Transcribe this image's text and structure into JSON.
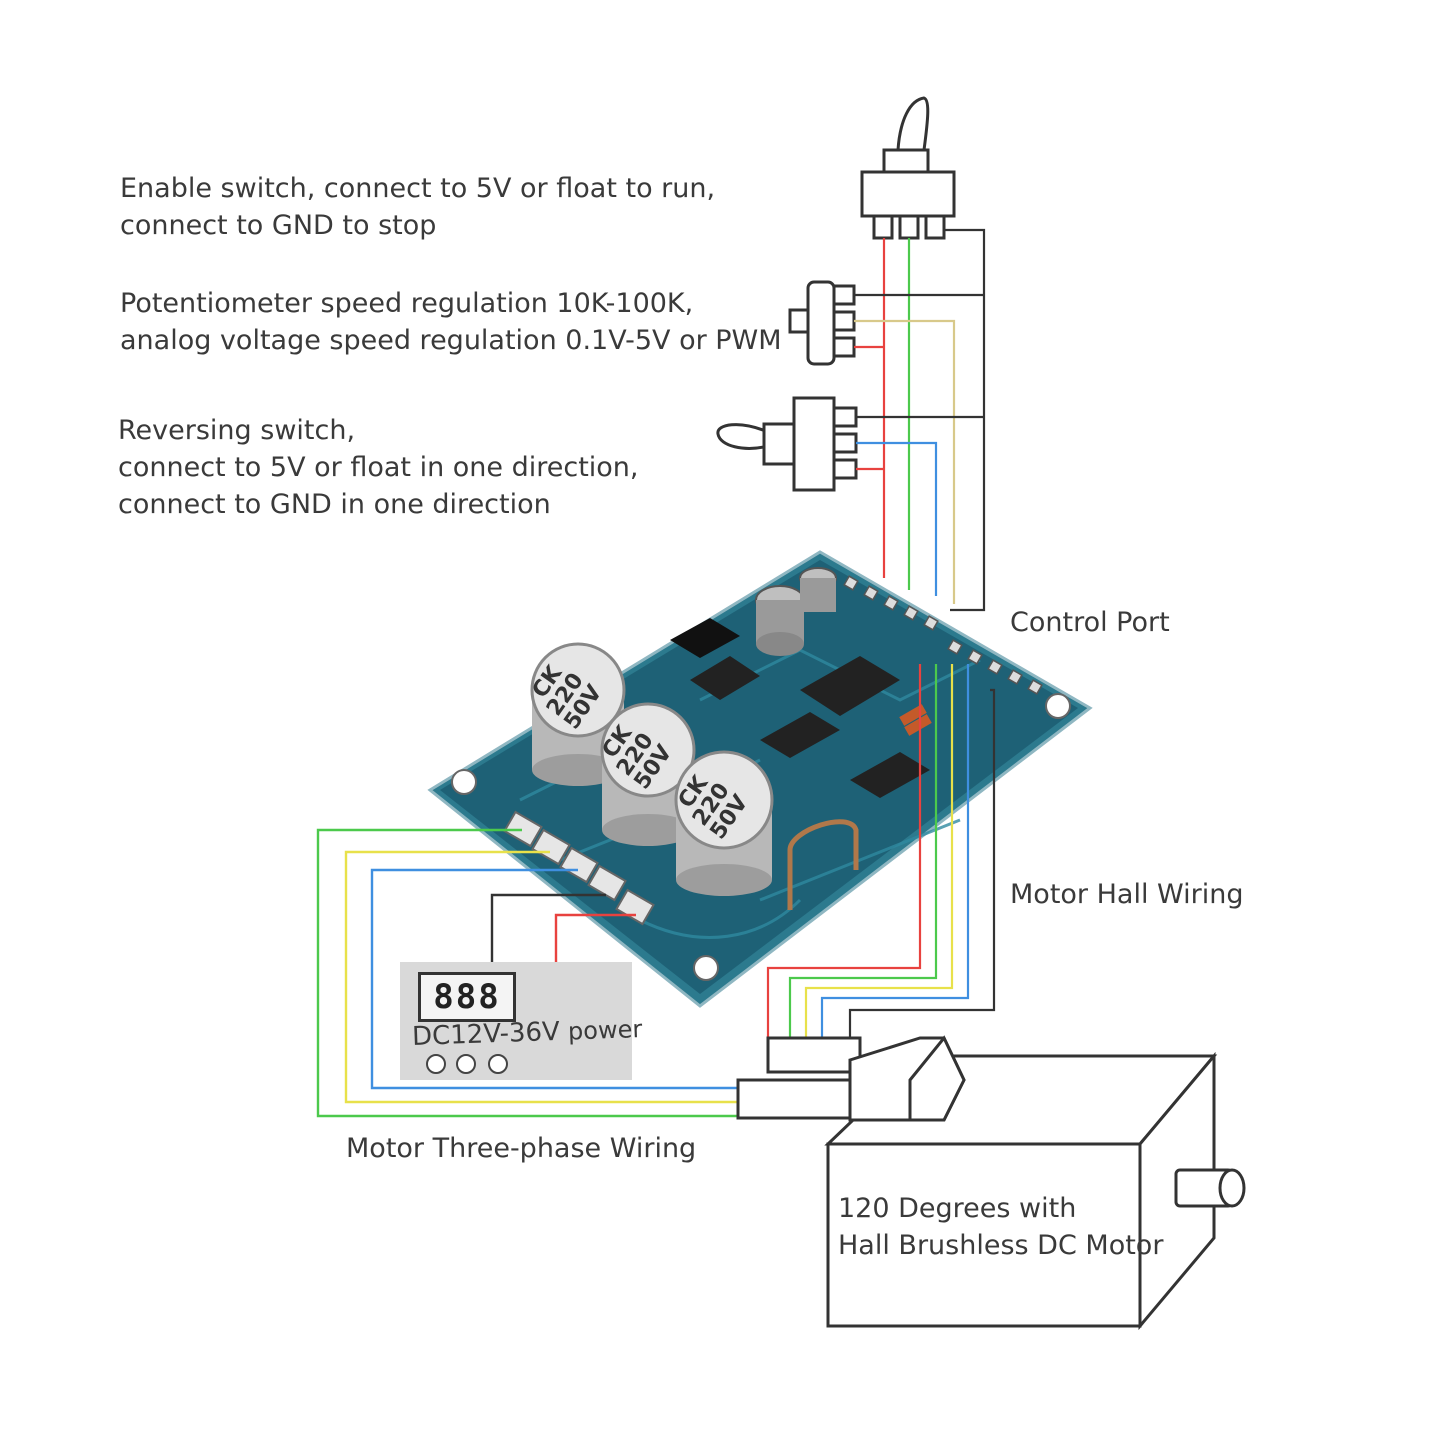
{
  "labels": {
    "enable_switch": [
      "Enable switch, connect to 5V or float to run,",
      "connect to GND to stop"
    ],
    "potentiometer": [
      "Potentiometer speed regulation 10K-100K,",
      "analog voltage speed regulation 0.1V-5V or PWM"
    ],
    "reversing_switch": [
      "Reversing switch,",
      "connect to 5V or float in one direction,",
      "connect to GND in one direction"
    ],
    "control_port": "Control Port",
    "motor_hall_wiring": "Motor Hall Wiring",
    "motor_three_phase": "Motor Three-phase Wiring",
    "motor": [
      "120 Degrees with",
      "Hall Brushless DC Motor"
    ],
    "power_supply": "DC12V-36V",
    "power_word": "power",
    "display_digits": "888",
    "capacitor": [
      "CK",
      "220",
      "50V"
    ]
  },
  "colors": {
    "red": "#e8423f",
    "green": "#4cc94c",
    "yellow": "#e8e14a",
    "blue": "#3f8fe0",
    "black": "#333333",
    "tan": "#d8c98a",
    "board": "#1b5e72"
  },
  "icons": [
    "toggle-switch-icon",
    "potentiometer-icon",
    "reversing-switch-icon",
    "controller-board-icon",
    "motor-icon",
    "power-display-icon"
  ]
}
